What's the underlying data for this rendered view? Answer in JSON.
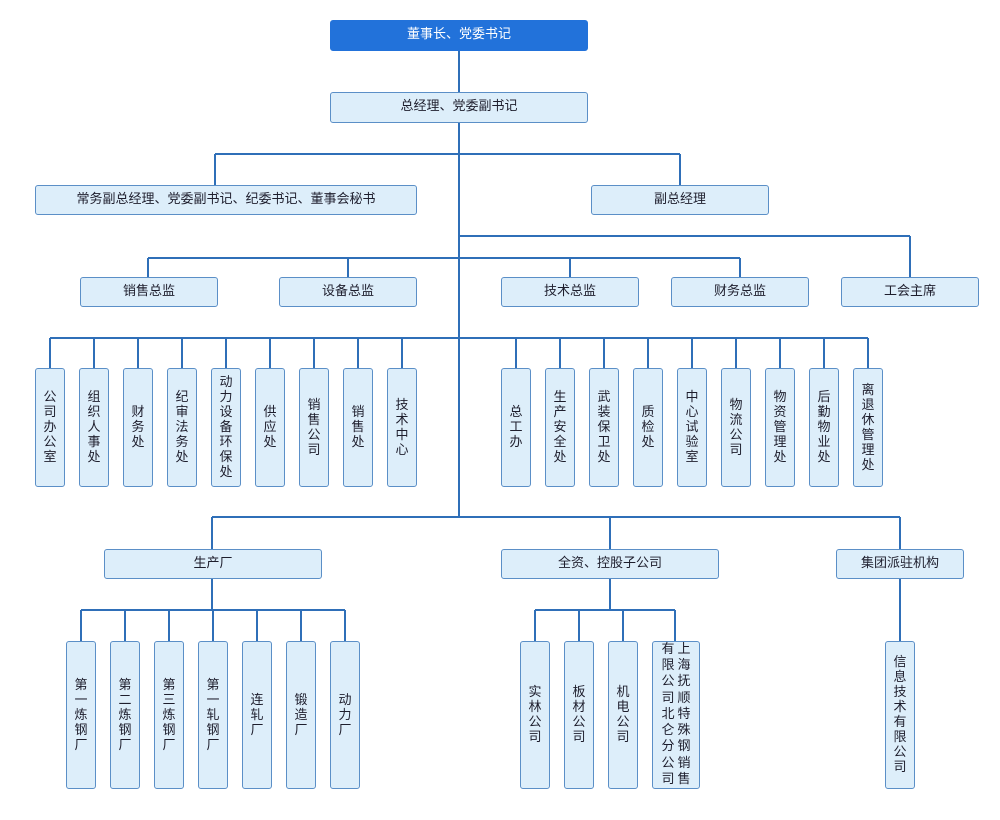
{
  "chairman": "董事长、党委书记",
  "gm": "总经理、党委副书记",
  "level2": {
    "executive_vp": "常务副总经理、党委副书记、纪委书记、董事会秘书",
    "vice_gm": "副总经理"
  },
  "level3": {
    "sales_director": "销售总监",
    "equipment_director": "设备总监",
    "technical_director": "技术总监",
    "finance_director": "财务总监",
    "union_chair": "工会主席"
  },
  "departments_left": [
    "公司办公室",
    "组织人事处",
    "财务处",
    "纪审法务处",
    "动力设备环保处",
    "供应处",
    "销售公司",
    "销售处",
    "技术中心"
  ],
  "departments_right": [
    "总工办",
    "生产安全处",
    "武装保卫处",
    "质检处",
    "中心试验室",
    "物流公司",
    "物资管理处",
    "后勤物业处",
    "离退休管理处"
  ],
  "groups": {
    "production": "生产厂",
    "subsidiaries": "全资、控股子公司",
    "dispatched": "集团派驻机构"
  },
  "plants": [
    "第一炼钢厂",
    "第二炼钢厂",
    "第三炼钢厂",
    "第一轧钢厂",
    "连轧厂",
    "锻造厂",
    "动力厂"
  ],
  "companies": [
    "实林公司",
    "板材公司",
    "机电公司"
  ],
  "shanghai_company": {
    "col1": "上海抚顺特殊钢销售",
    "col2": "有限公司北仑分公司"
  },
  "dispatched_units": [
    "信息技术有限公司"
  ],
  "colors": {
    "line": "#2f6fb8",
    "node_fill": "#ddeefa",
    "node_border": "#5b8fc7",
    "top_fill": "#2272da"
  }
}
